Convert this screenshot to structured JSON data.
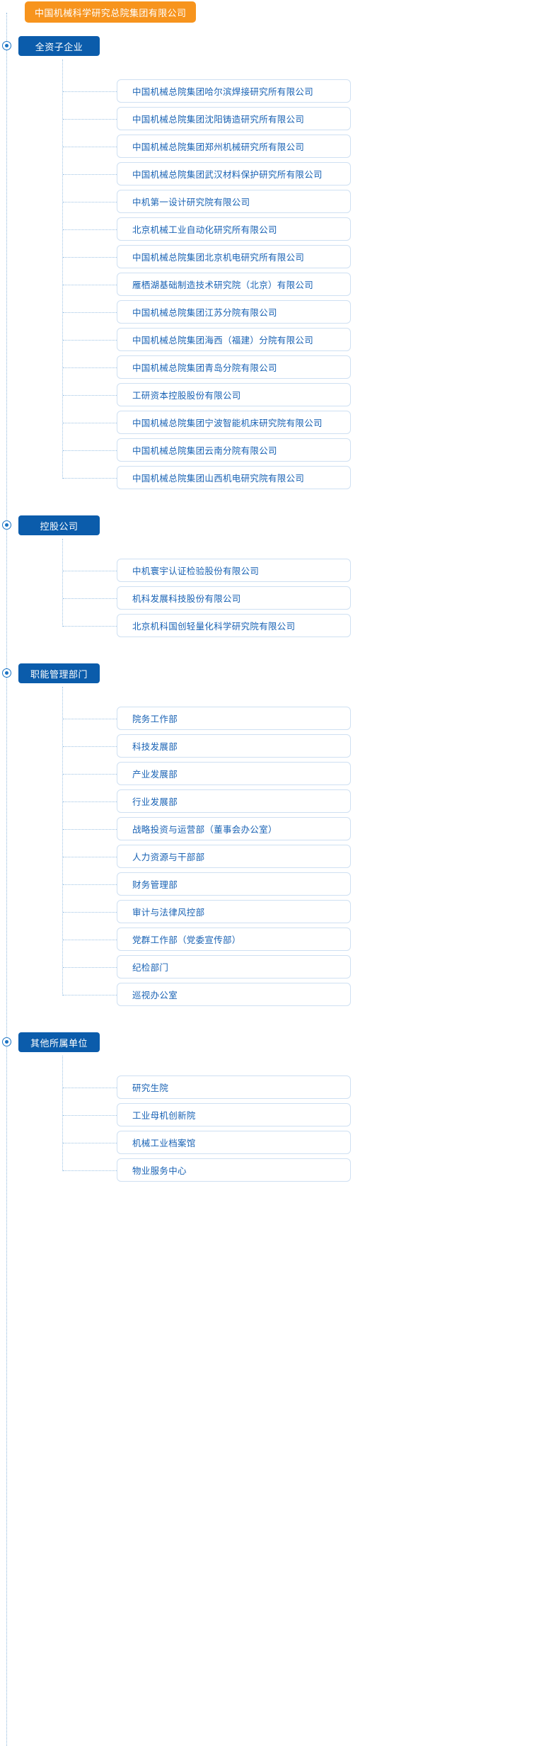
{
  "root": {
    "label": "中国机械科学研究总院集团有限公司",
    "color": "#f7941d"
  },
  "theme": {
    "section_header_color": "#0b5cab",
    "item_text_color": "#1862b4",
    "item_border_color": "#cfe0f2",
    "connector_color": "#9ec3e4"
  },
  "sections": [
    {
      "title": "全资子企业",
      "items": [
        {
          "label": "中国机械总院集团哈尔滨焊接研究所有限公司"
        },
        {
          "label": "中国机械总院集团沈阳铸造研究所有限公司"
        },
        {
          "label": "中国机械总院集团郑州机械研究所有限公司"
        },
        {
          "label": "中国机械总院集团武汉材料保护研究所有限公司"
        },
        {
          "label": "中机第一设计研究院有限公司"
        },
        {
          "label": "北京机械工业自动化研究所有限公司"
        },
        {
          "label": "中国机械总院集团北京机电研究所有限公司"
        },
        {
          "label": "雁栖湖基础制造技术研究院（北京）有限公司"
        },
        {
          "label": "中国机械总院集团江苏分院有限公司"
        },
        {
          "label": "中国机械总院集团海西（福建）分院有限公司"
        },
        {
          "label": "中国机械总院集团青岛分院有限公司"
        },
        {
          "label": "工研资本控股股份有限公司"
        },
        {
          "label": "中国机械总院集团宁波智能机床研究院有限公司"
        },
        {
          "label": "中国机械总院集团云南分院有限公司"
        },
        {
          "label": "中国机械总院集团山西机电研究院有限公司"
        }
      ]
    },
    {
      "title": "控股公司",
      "items": [
        {
          "label": "中机寰宇认证检验股份有限公司"
        },
        {
          "label": "机科发展科技股份有限公司"
        },
        {
          "label": "北京机科国创轻量化科学研究院有限公司"
        }
      ]
    },
    {
      "title": "职能管理部门",
      "items": [
        {
          "label": "院务工作部"
        },
        {
          "label": "科技发展部"
        },
        {
          "label": "产业发展部"
        },
        {
          "label": "行业发展部"
        },
        {
          "label": "战略投资与运营部（董事会办公室）"
        },
        {
          "label": "人力资源与干部部"
        },
        {
          "label": "财务管理部"
        },
        {
          "label": "审计与法律风控部"
        },
        {
          "label": "党群工作部（党委宣传部）"
        },
        {
          "label": "纪检部门"
        },
        {
          "label": "巡视办公室"
        }
      ]
    },
    {
      "title": "其他所属单位",
      "items": [
        {
          "label": "研究生院"
        },
        {
          "label": "工业母机创新院"
        },
        {
          "label": "机械工业档案馆"
        },
        {
          "label": "物业服务中心"
        }
      ]
    }
  ]
}
